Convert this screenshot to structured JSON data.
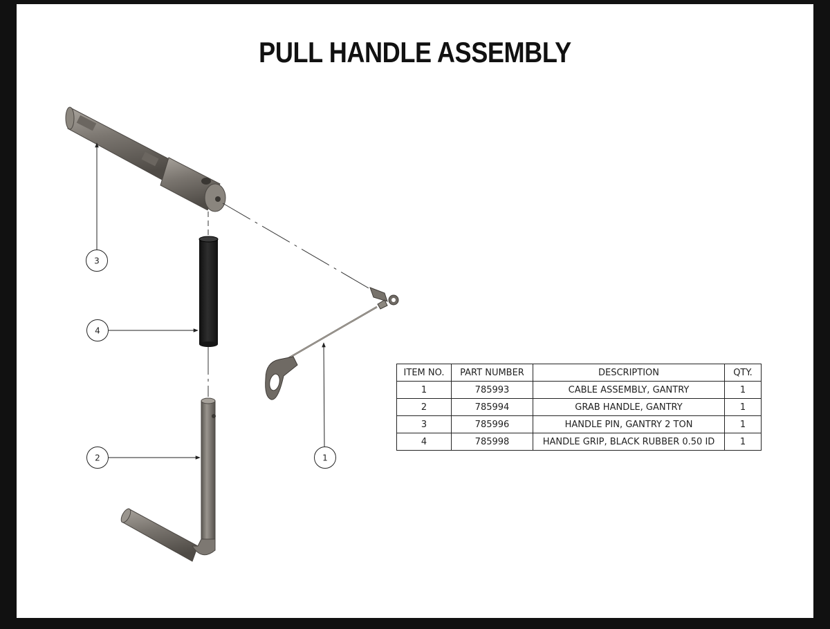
{
  "title": "PULL HANDLE ASSEMBLY",
  "callouts": [
    "1",
    "2",
    "3",
    "4"
  ],
  "bom": {
    "headers": {
      "item": "ITEM NO.",
      "part": "PART NUMBER",
      "desc": "DESCRIPTION",
      "qty": "QTY."
    },
    "rows": [
      {
        "item": "1",
        "part": "785993",
        "desc": "CABLE ASSEMBLY, GANTRY",
        "qty": "1"
      },
      {
        "item": "2",
        "part": "785994",
        "desc": "GRAB HANDLE, GANTRY",
        "qty": "1"
      },
      {
        "item": "3",
        "part": "785996",
        "desc": "HANDLE PIN, GANTRY 2 TON",
        "qty": "1"
      },
      {
        "item": "4",
        "part": "785998",
        "desc": "HANDLE GRIP, BLACK RUBBER 0.50 ID",
        "qty": "1"
      }
    ]
  },
  "colors": {
    "frame": "#111111",
    "metal": "#7a756f",
    "metal_dark": "#4a4642",
    "rubber": "#1c1c1c"
  }
}
